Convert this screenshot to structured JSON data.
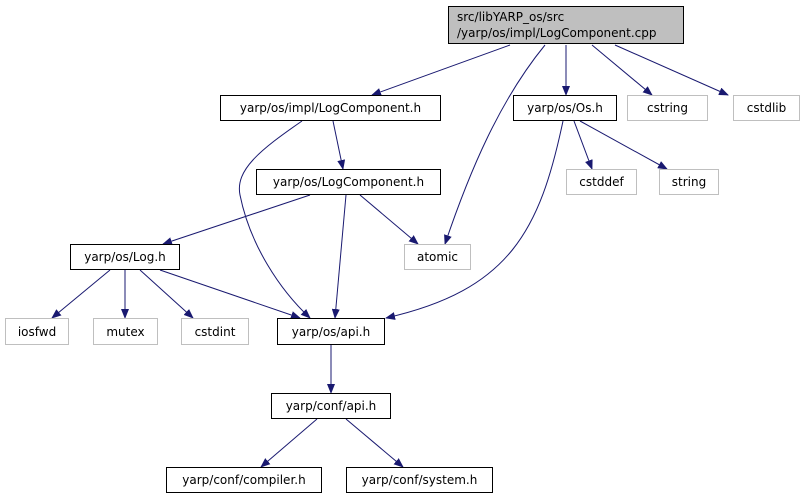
{
  "root": {
    "line1": "src/libYARP_os/src",
    "line2": "/yarp/os/impl/LogComponent.cpp"
  },
  "nodes": {
    "impl_logcomponent": "yarp/os/impl/LogComponent.h",
    "os_h": "yarp/os/Os.h",
    "cstring": "cstring",
    "cstdlib": "cstdlib",
    "logcomponent": "yarp/os/LogComponent.h",
    "cstddef": "cstddef",
    "string": "string",
    "log_h": "yarp/os/Log.h",
    "atomic": "atomic",
    "iosfwd": "iosfwd",
    "mutex": "mutex",
    "cstdint": "cstdint",
    "os_api": "yarp/os/api.h",
    "conf_api": "yarp/conf/api.h",
    "compiler": "yarp/conf/compiler.h",
    "system": "yarp/conf/system.h"
  },
  "colors": {
    "edge": "#191970",
    "root_fill": "#bfbfbf",
    "external_border": "#bfbfbf"
  }
}
